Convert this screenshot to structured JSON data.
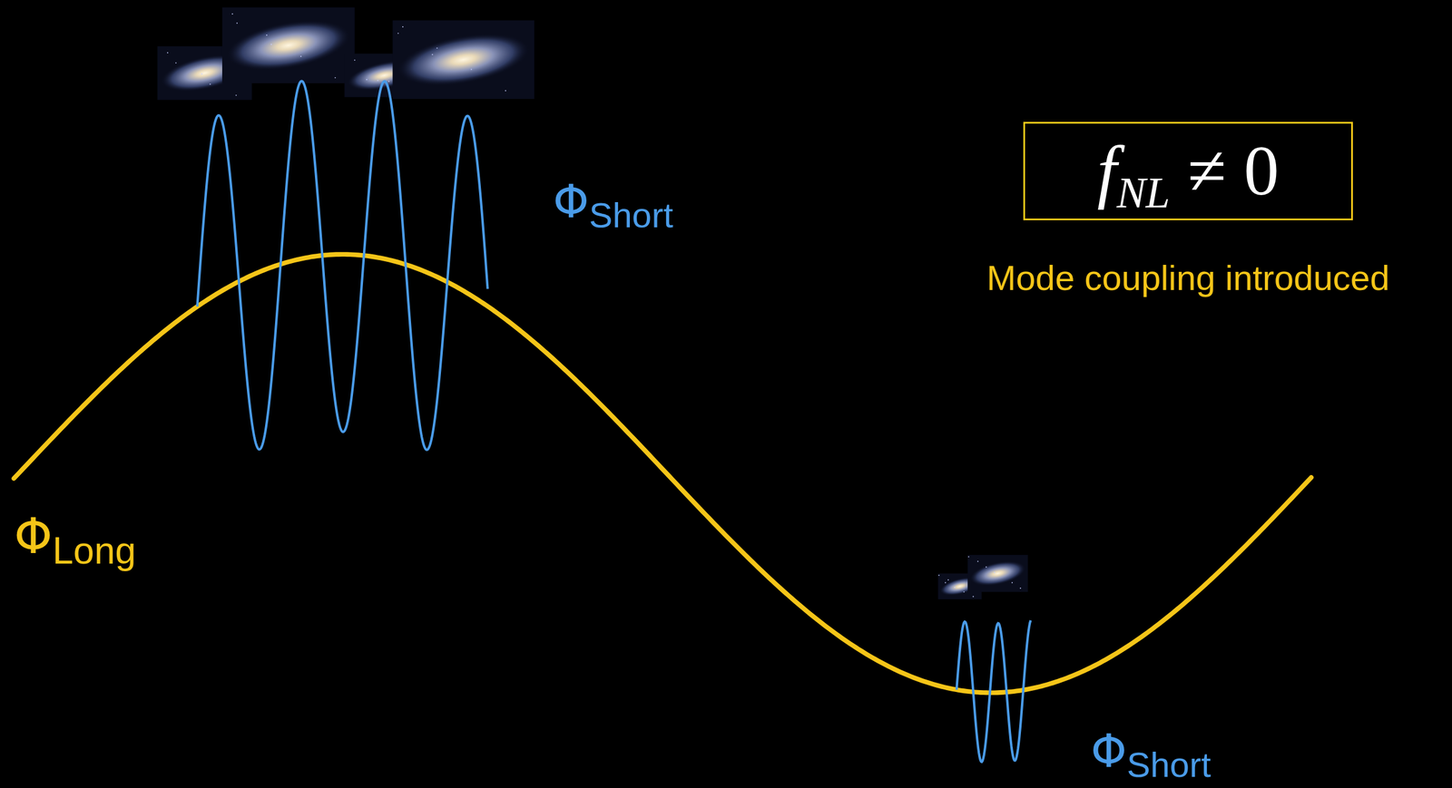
{
  "diagram": {
    "nodes": [
      {
        "text": [
          "fNL ≠ 0"
        ]
      }
    ],
    "labels": [
      "ΦShort",
      "Mode coupling introduced",
      "ΦLong",
      "ΦShort"
    ]
  }
}
